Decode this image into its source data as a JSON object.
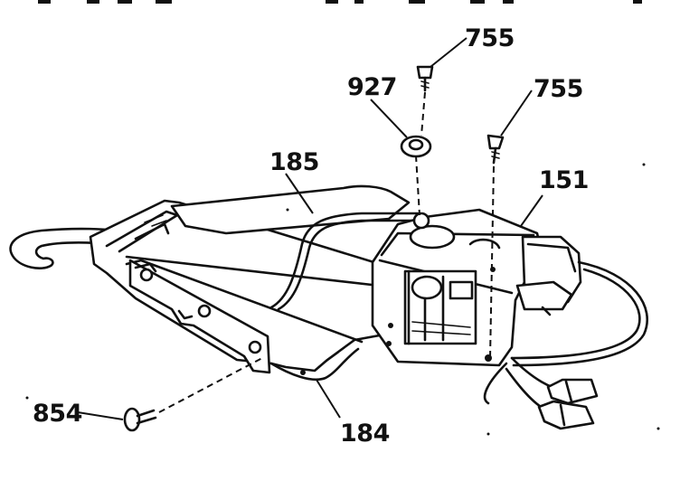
{
  "diagram": {
    "callouts": {
      "screw_top": "755",
      "washer": "927",
      "screw_right": "755",
      "wire_spring": "185",
      "motor_bracket": "151",
      "screw_left": "854",
      "base_bracket": "184"
    },
    "ink_color": "#111111",
    "background_color": "#ffffff"
  }
}
